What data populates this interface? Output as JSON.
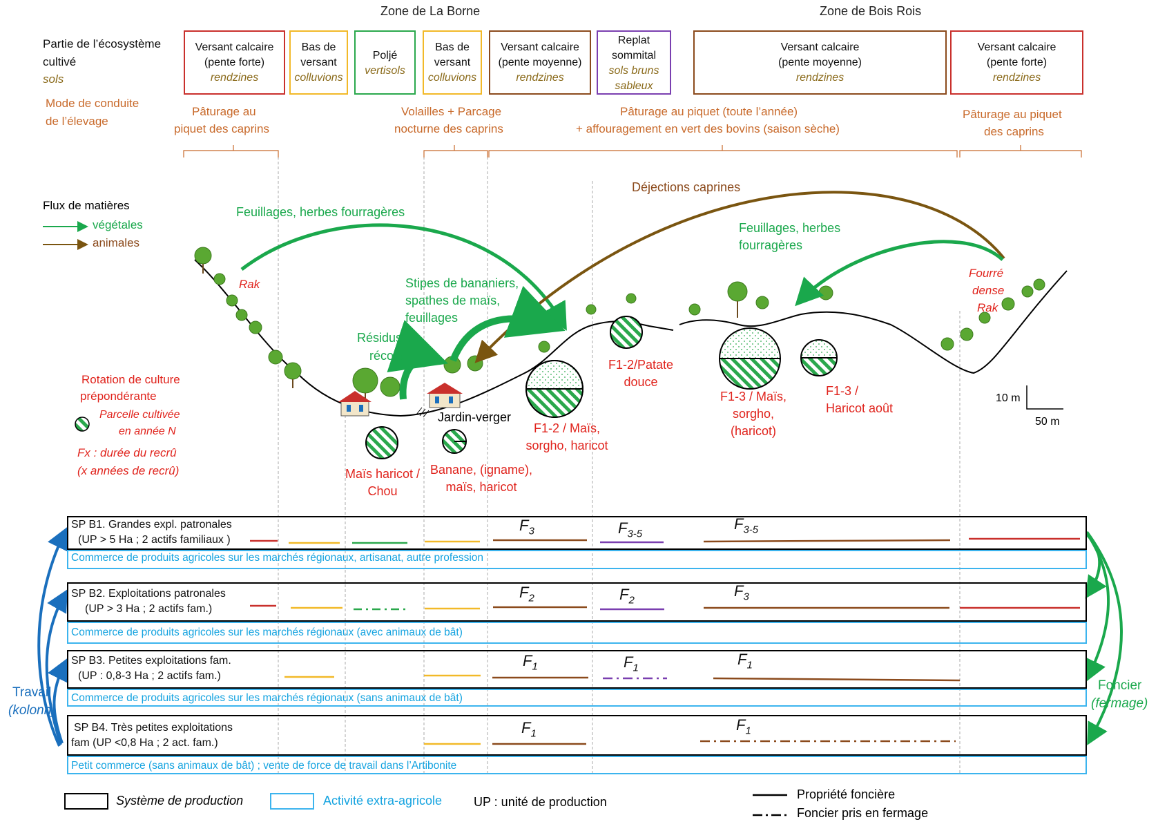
{
  "zones": {
    "borne": "Zone de La Borne",
    "bois": "Zone de Bois Rois"
  },
  "legend_left": {
    "ecosystem_l1": "Partie de l’écosystème",
    "ecosystem_l2": "cultivé",
    "sols": "sols",
    "mode_l1": "Mode de conduite",
    "mode_l2": "de l’élevage",
    "flux_title": "Flux de matières",
    "flux_veg": "végétales",
    "flux_ani": "animales",
    "rotation_l1": "Rotation de culture",
    "rotation_l2": "prépondérante",
    "parcelle_l1": "Parcelle cultivée",
    "parcelle_l2": "en année N",
    "fx_l1": "Fx : durée du recrû",
    "fx_l2": "(x années de recrû)"
  },
  "eco_boxes": [
    {
      "l1": "Versant calcaire",
      "l2": "(pente forte)",
      "soil": "rendzines",
      "color": "#c9302c"
    },
    {
      "l1": "Bas de",
      "l2": "versant",
      "soil": "colluvions",
      "color": "#f2b928"
    },
    {
      "l1": "Poljé",
      "l2": "",
      "soil": "vertisols",
      "color": "#2aa84c"
    },
    {
      "l1": "Bas de",
      "l2": "versant",
      "soil": "colluvions",
      "color": "#f2b928"
    },
    {
      "l1": "Versant calcaire",
      "l2": "(pente moyenne)",
      "soil": "rendzines",
      "color": "#8b4a1c"
    },
    {
      "l1": "Replat",
      "l2": "sommital",
      "soil": "sols bruns sableux",
      "color": "#7a3fb0"
    },
    {
      "l1": "Versant calcaire",
      "l2": "(pente moyenne)",
      "soil": "rendzines",
      "color": "#8b4a1c"
    },
    {
      "l1": "Versant calcaire",
      "l2": "(pente forte)",
      "soil": "rendzines",
      "color": "#c9302c"
    }
  ],
  "elevage": {
    "p1_l1": "Pâturage au",
    "p1_l2": "piquet des caprins",
    "p2_l1": "Volailles + Parcage",
    "p2_l2": "nocturne des caprins",
    "p3_l1": "Pâturage au piquet (toute l’année)",
    "p3_l2": "+ affouragement en vert des bovins (saison sèche)",
    "p4_l1": "Pâturage au piquet",
    "p4_l2": "des caprins"
  },
  "flows": {
    "feuillages_1": "Feuillages, herbes fourragères",
    "dejections": "Déjections caprines",
    "feuillages_2_l1": "Feuillages, herbes",
    "feuillages_2_l2": "fourragères",
    "stipes_l1": "Stipes de bananiers,",
    "stipes_l2": "spathes de maïs,",
    "stipes_l3": "feuillages",
    "residus_l1": "Résidus de",
    "residus_l2": "récolte"
  },
  "landscape": {
    "rak": "Rak",
    "fourre_l1": "Fourré",
    "fourre_l2": "dense",
    "fourre_l3": "Rak",
    "jardin": "Jardin-verger",
    "scale_v": "10 m",
    "scale_h": "50 m"
  },
  "plots": {
    "p1_l1": "Maïs haricot /",
    "p1_l2": "Chou",
    "p2_l1": "Banane, (igname),",
    "p2_l2": "maïs, haricot",
    "p3_l1": "F1-2 / Maïs,",
    "p3_l2": "sorgho, haricot",
    "p4_l1": "F1-2/Patate",
    "p4_l2": "douce",
    "p5_l1": "F1-3 / Maïs,",
    "p5_l2": "sorgho,",
    "p5_l3": "(haricot)",
    "p6_l1": "F1-3 /",
    "p6_l2": "Haricot août"
  },
  "systems": [
    {
      "l1": "SP B1. Grandes expl. patronales",
      "l2": "(UP > 5 Ha ; 2 actifs familiaux )",
      "extra": "Commerce de produits agricoles sur les marchés régionaux, artisanat, autre profession",
      "f1": "F",
      "f1s": "3",
      "f2": "F",
      "f2s": "3-5",
      "f3": "F",
      "f3s": "3-5"
    },
    {
      "l1": "SP B2. Exploitations patronales",
      "l2": "(UP > 3 Ha ; 2 actifs fam.)",
      "extra": "Commerce de produits agricoles sur les marchés régionaux (avec animaux de bât)",
      "f1": "F",
      "f1s": "2",
      "f2": "F",
      "f2s": "2",
      "f3": "F",
      "f3s": "3"
    },
    {
      "l1": "SP B3. Petites exploitations fam.",
      "l2": "(UP : 0,8-3 Ha ; 2 actifs fam.)",
      "extra": "Commerce de produits agricoles sur les marchés régionaux (sans animaux de bât)",
      "f1": "F",
      "f1s": "1",
      "f2": "F",
      "f2s": "1",
      "f3": "F",
      "f3s": "1"
    },
    {
      "l1": "SP B4. Très petites exploitations",
      "l2": "fam (UP <0,8 Ha ; 2 act. fam.)",
      "extra": "Petit commerce (sans animaux de bât) ; vente de force de travail dans l’Artibonite",
      "f1": "F",
      "f1s": "1",
      "f2": "",
      "f2s": "",
      "f3": "F",
      "f3s": "1"
    }
  ],
  "side": {
    "travail": "Travail",
    "kolonn": "(kolonn)",
    "foncier": "Foncier",
    "fermage": "(fermage)"
  },
  "bottom_legend": {
    "sys": "Système de production",
    "act": "Activité extra-agricole",
    "up": "UP : unité de production",
    "prop": "Propriété foncière",
    "ferm": "Foncier pris en fermage"
  }
}
